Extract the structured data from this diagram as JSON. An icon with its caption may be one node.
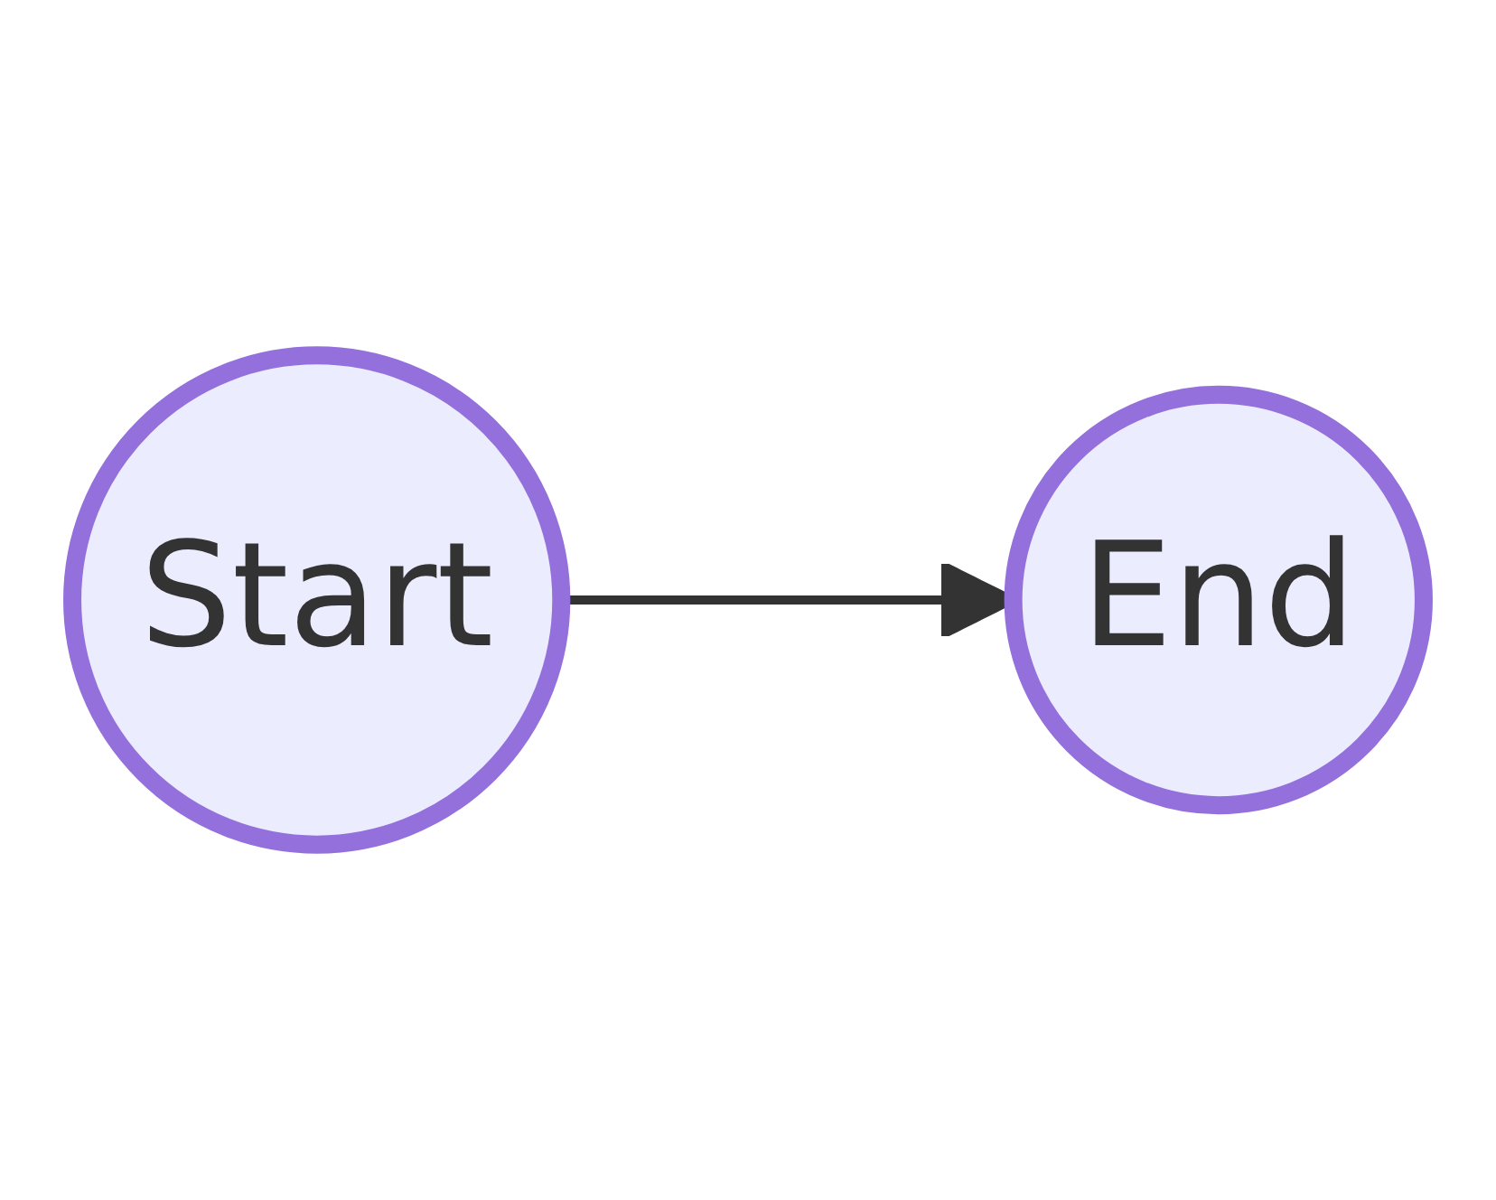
{
  "diagram": {
    "nodes": [
      {
        "text": [
          "Start"
        ]
      },
      {
        "text": [
          "End"
        ]
      }
    ],
    "edges": [
      {
        "from": 0,
        "to": 1,
        "arrow": "to"
      }
    ]
  }
}
